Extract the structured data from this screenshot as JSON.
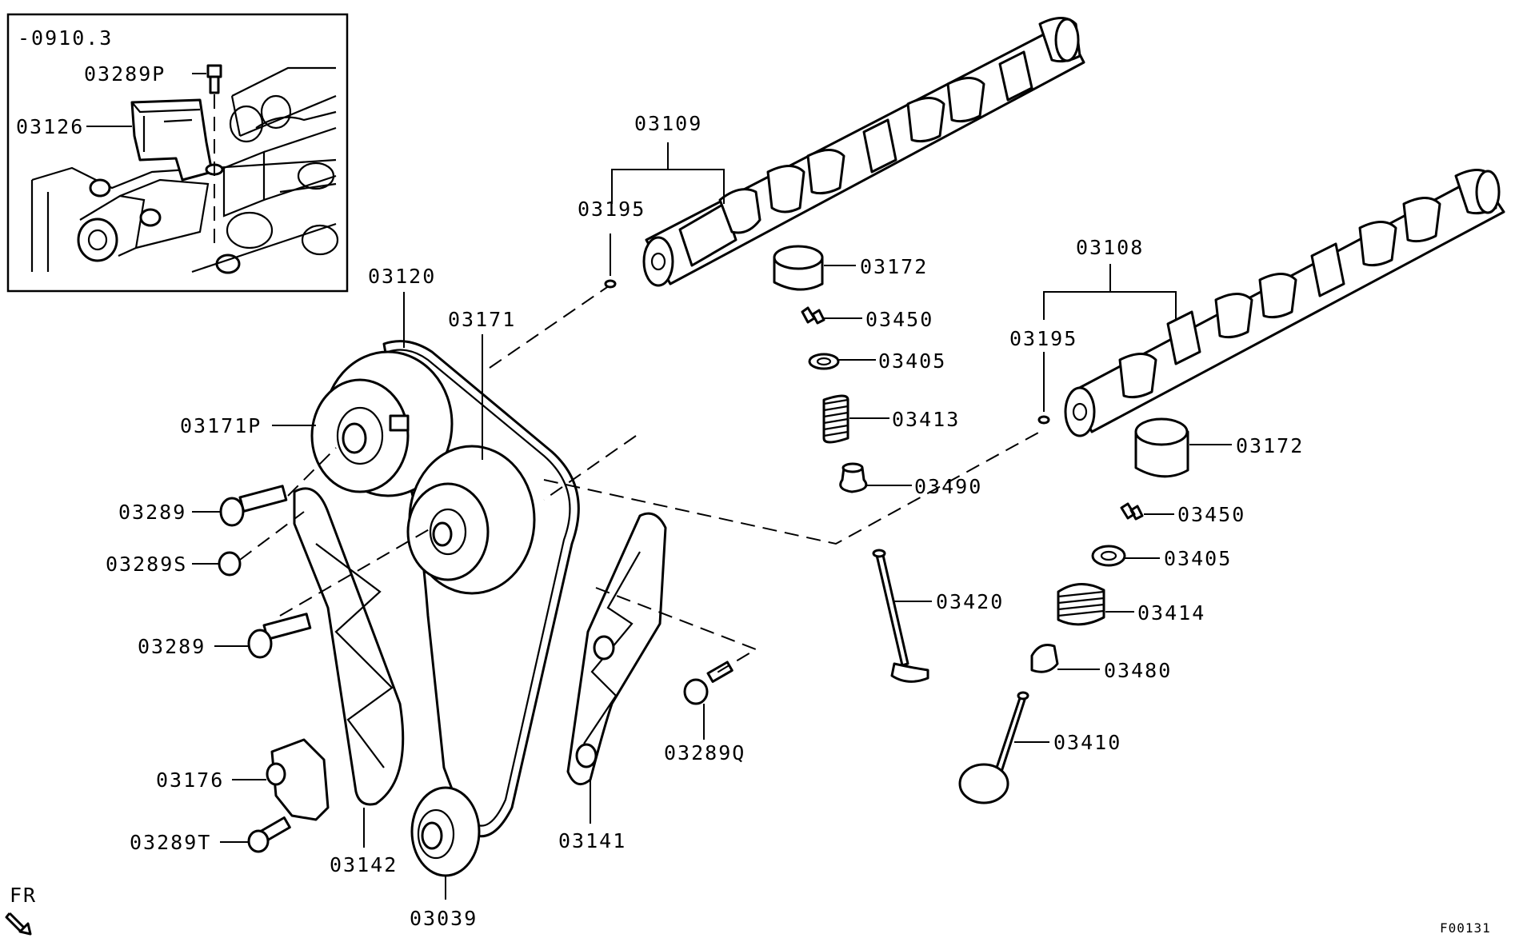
{
  "inset": {
    "version_label": "-0910.3"
  },
  "labels": {
    "p03289P": "03289P",
    "p03126": "03126",
    "p03109": "03109",
    "p03195_a": "03195",
    "p03172_a": "03172",
    "p03450_a": "03450",
    "p03405_a": "03405",
    "p03413": "03413",
    "p03490": "03490",
    "p03120": "03120",
    "p03171": "03171",
    "p03171P": "03171P",
    "p03289_a": "03289",
    "p03289S": "03289S",
    "p03289_b": "03289",
    "p03176": "03176",
    "p03289T": "03289T",
    "p03142": "03142",
    "p03039": "03039",
    "p03141": "03141",
    "p03289Q": "03289Q",
    "p03108": "03108",
    "p03195_b": "03195",
    "p03172_b": "03172",
    "p03450_b": "03450",
    "p03405_b": "03405",
    "p03414": "03414",
    "p03480": "03480",
    "p03420": "03420",
    "p03410": "03410"
  },
  "orientation": {
    "text": "FR",
    "icon": "front-arrow-icon"
  },
  "figure_code": "F00131"
}
